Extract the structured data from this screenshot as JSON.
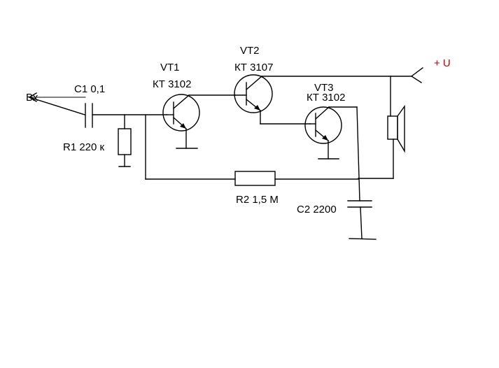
{
  "labels": {
    "input": "Вх",
    "c1": "C1 0,1",
    "r1": "R1 220 к",
    "vt1_name": "VT1",
    "vt1_type": "КТ 3102",
    "vt2_name": "VT2",
    "vt2_type": "КТ 3107",
    "vt3_name": "VT3",
    "vt3_type": "КТ 3102",
    "supply": "+ U",
    "r2": "R2 1,5 М",
    "c2": "C2 2200"
  },
  "colors": {
    "supply": "#cc0000"
  }
}
